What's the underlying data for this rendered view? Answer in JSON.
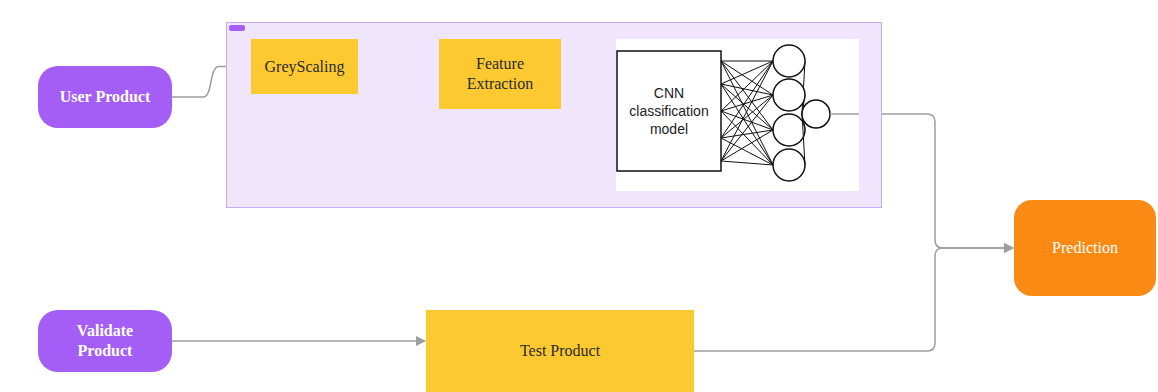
{
  "diagram": {
    "nodes": [
      {
        "text": [
          "User Product"
        ]
      },
      {
        "text": []
      },
      {
        "text": [
          "GreyScaling"
        ],
        "in": 1
      },
      {
        "text": [
          "Feature Extraction"
        ],
        "in": 1
      },
      {
        "text": [
          "CNN classification model"
        ],
        "in": 1
      },
      {
        "text": [
          "Prediction"
        ]
      },
      {
        "text": [
          "Validate Product"
        ]
      },
      {
        "text": [
          "Test Product"
        ]
      }
    ],
    "edges": [
      {
        "from": 0,
        "to": 2,
        "arrow": "to"
      },
      {
        "from": 2,
        "to": 3,
        "arrow": "to"
      },
      {
        "from": 3,
        "to": 4,
        "arrow": "to"
      },
      {
        "from": 4,
        "to": 5,
        "arrow": "to"
      },
      {
        "from": 6,
        "to": 7,
        "arrow": "to"
      },
      {
        "from": 7,
        "to": 5,
        "arrow": "to"
      }
    ]
  }
}
